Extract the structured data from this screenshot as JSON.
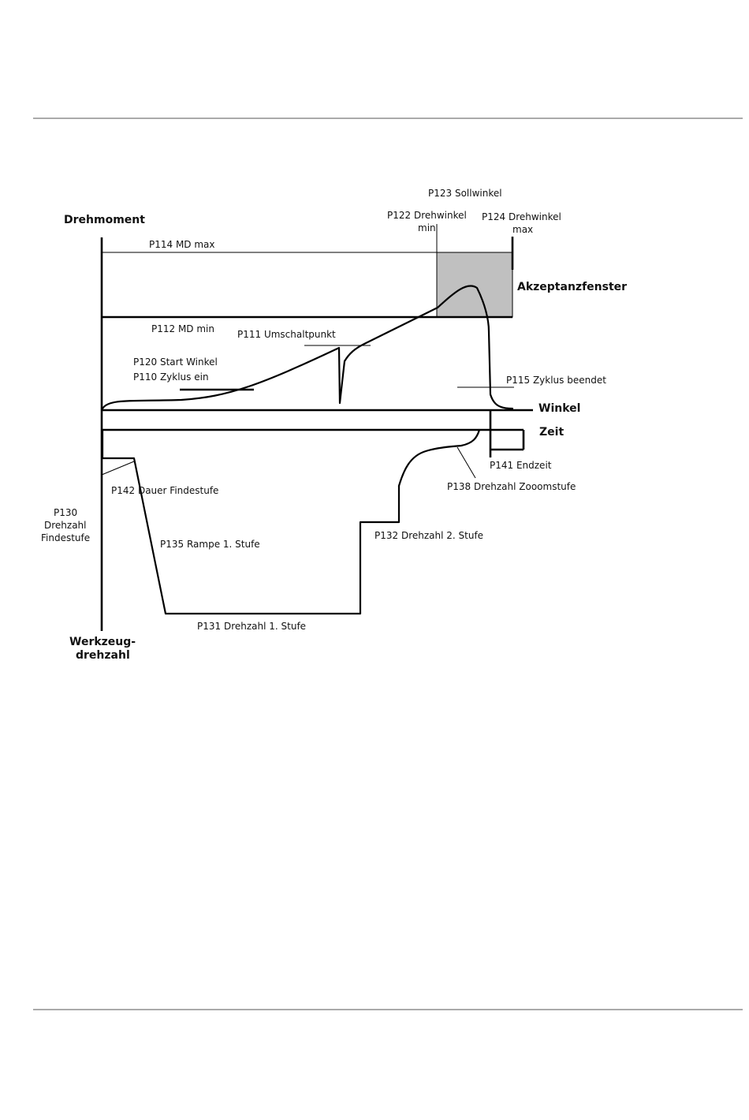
{
  "labels": {
    "drehmoment": "Drehmoment",
    "werkzeug_1": "Werkzeug-",
    "werkzeug_2": "drehzahl",
    "winkel": "Winkel",
    "zeit": "Zeit",
    "akzeptanzfenster": "Akzeptanzfenster",
    "p123": "P123 Sollwinkel",
    "p122_1": "P122 Drehwinkel",
    "p122_2": "min",
    "p124_1": "P124 Drehwinkel",
    "p124_2": "max",
    "p114": "P114 MD max",
    "p112": "P112 MD min",
    "p111": "P111 Umschaltpunkt",
    "p120": "P120 Start Winkel",
    "p110": "P110 Zyklus ein",
    "p115": "P115 Zyklus beendet",
    "p141": "P141 Endzeit",
    "p138": "P138  Drehzahl Zooomstufe",
    "p142": "P142 Dauer Findestufe",
    "p130_1": "P130",
    "p130_2": "Drehzahl",
    "p130_3": "Findestufe",
    "p135": "P135 Rampe 1. Stufe",
    "p132": "P132 Drehzahl 2. Stufe",
    "p131": "P131 Drehzahl 1. Stufe"
  },
  "colors": {
    "acceptance_window": "#c0c0c0",
    "lines": "#000000"
  }
}
